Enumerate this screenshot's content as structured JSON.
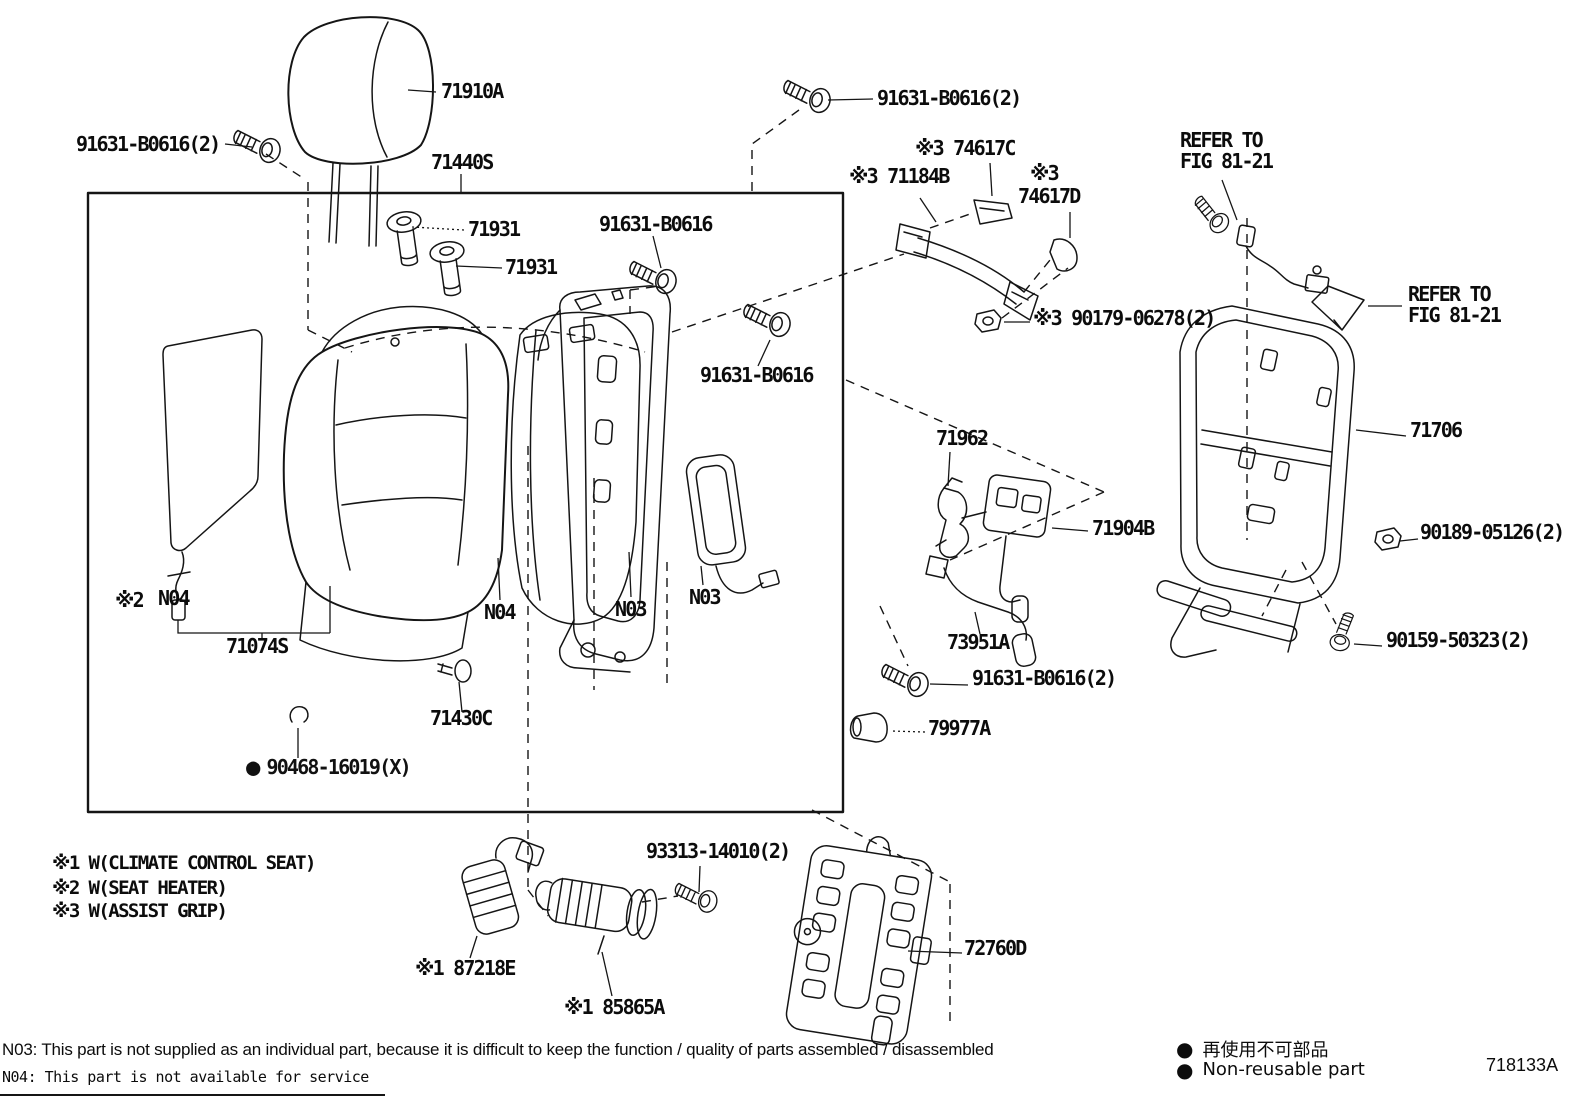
{
  "labels": {
    "l71910a": "71910A",
    "l91631_tl": "91631-B0616(2)",
    "l71440s": "71440S",
    "l71931_1": "71931",
    "l71931_2": "71931",
    "l91631_mid": "91631-B0616",
    "l91631_tc": "91631-B0616(2)",
    "l74617c": "※3 74617C",
    "l71184b": "※3 71184B",
    "l74617d_mark": "※3",
    "l74617d": "74617D",
    "refer1_l1": "REFER TO",
    "refer1_l2": "FIG 81-21",
    "refer2_l1": "REFER TO",
    "refer2_l2": "FIG 81-21",
    "l90179": "※3 90179-06278(2)",
    "l91631_frame": "91631-B0616",
    "l71962": "71962",
    "l71904b": "71904B",
    "l71706": "71706",
    "l90189": "90189-05126(2)",
    "l73951a": "73951A",
    "l90159": "90159-50323(2)",
    "l91631_bot": "91631-B0616(2)",
    "l79977a": "79977A",
    "ln04_mark": "※2",
    "ln04_left": "N04",
    "l71074s": "71074S",
    "ln04_right": "N04",
    "ln03_frame": "N03",
    "ln03_airbag": "N03",
    "l71430c": "71430C",
    "l90468": "90468-16019(X)",
    "l87218e": "※1 87218E",
    "l93313": "93313-14010(2)",
    "l85865a": "※1 85865A",
    "l72760d": "72760D"
  },
  "notes": {
    "n1": "※1 W(CLIMATE CONTROL SEAT)",
    "n2": "※2 W(SEAT HEATER)",
    "n3": "※3 W(ASSIST GRIP)"
  },
  "footnotes": {
    "n03": "N03: This part is not supplied as an individual part, because it is difficult to keep the function / quality of parts assembled / disassembled",
    "n04": "N04: This part is not available for service"
  },
  "legend": {
    "bullet": "●",
    "jp": "再使用不可部品",
    "en": "Non-reusable part"
  },
  "figure_id": "718133A",
  "colors": {
    "line": "#151515",
    "background": "#ffffff"
  }
}
